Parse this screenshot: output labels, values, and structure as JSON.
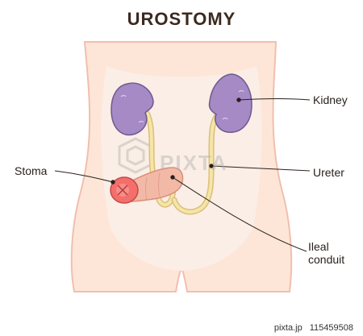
{
  "title": "UROSTOMY",
  "labels": {
    "kidney": "Kidney",
    "ureter": "Ureter",
    "stoma": "Stoma",
    "ileal_conduit": "Ileal\nconduit"
  },
  "watermark": {
    "brand": "PIXTA",
    "site": "pixta.jp",
    "id": "115459508"
  },
  "colors": {
    "skin": "#fde6d8",
    "skin_outline": "#f1bfae",
    "inner_area": "#fbeee6",
    "kidney": "#a58ac6",
    "kidney_outline": "#6e5a8e",
    "ureter": "#f6e5a6",
    "ureter_outline": "#d9c07a",
    "stoma": "#f36f6c",
    "stoma_outline": "#c44a49",
    "conduit": "#f3b9a7",
    "title": "#3b2a20"
  },
  "icons": {
    "watermark": "pixta-logo-icon"
  }
}
